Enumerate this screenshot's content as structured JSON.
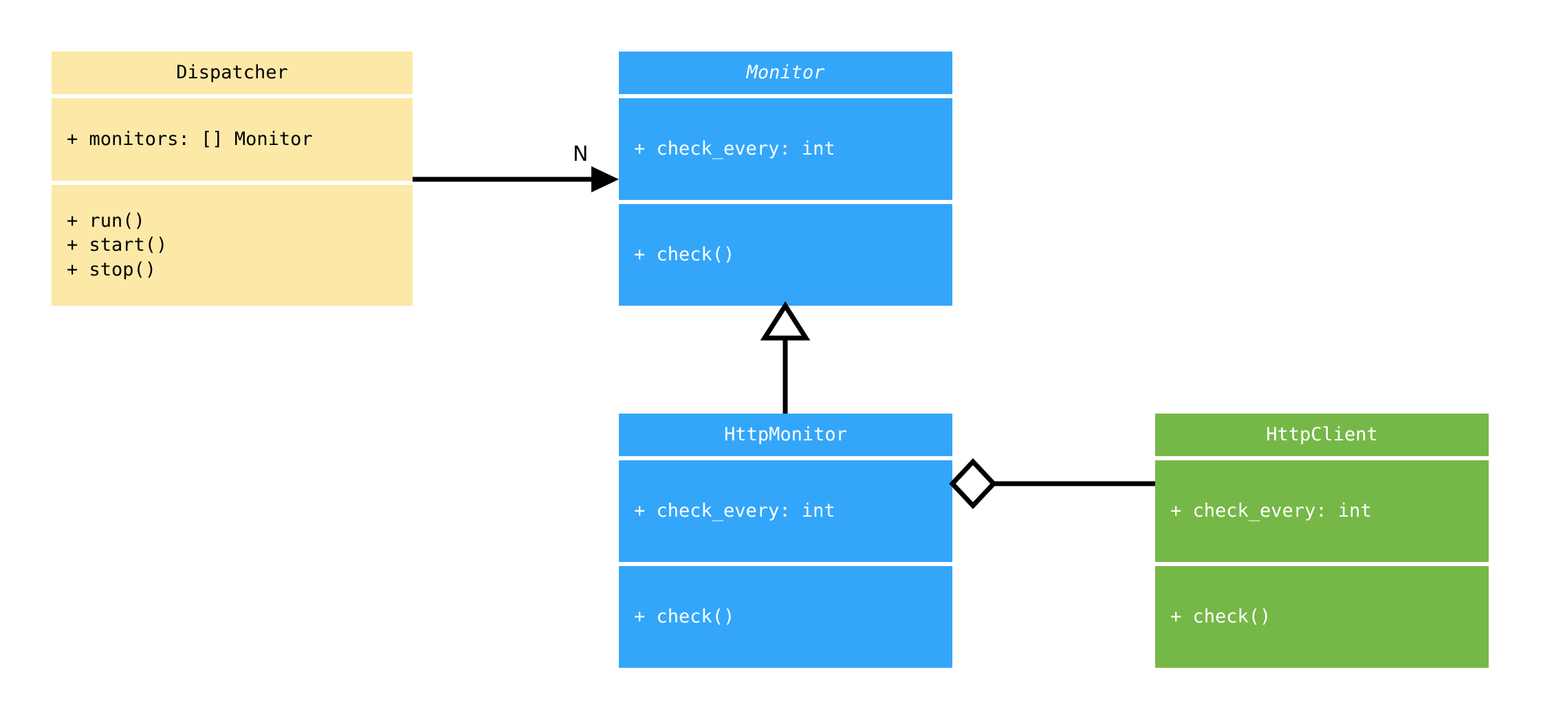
{
  "diagram": {
    "title": "UML class diagram",
    "background": "#ffffff",
    "colors": {
      "dispatcher_fill": "#fce9a8",
      "monitor_fill": "#33a6fa",
      "httpclient_fill": "#76b847",
      "line": "#000000",
      "separator": "#ffffff",
      "dark_text": "#000000",
      "light_text": "#ffffff"
    }
  },
  "classes": [
    {
      "id": "dispatcher",
      "name": "Dispatcher",
      "abstract": false,
      "attributes": [
        "+ monitors: [] Monitor"
      ],
      "methods": [
        "+ run()",
        "+ start()",
        "+ stop()"
      ]
    },
    {
      "id": "monitor",
      "name": "Monitor",
      "abstract": true,
      "attributes": [
        "+ check_every: int"
      ],
      "methods": [
        "+ check()"
      ]
    },
    {
      "id": "http_monitor",
      "name": "HttpMonitor",
      "abstract": false,
      "attributes": [
        "+ check_every: int"
      ],
      "methods": [
        "+ check()"
      ]
    },
    {
      "id": "http_client",
      "name": "HttpClient",
      "abstract": false,
      "attributes": [
        "+ check_every: int"
      ],
      "methods": [
        "+ check()"
      ]
    }
  ],
  "relationships": [
    {
      "id": "dispatcher-to-monitor",
      "type": "association",
      "from": "Dispatcher",
      "to": "Monitor",
      "label": "N",
      "arrowhead": "filled-triangle"
    },
    {
      "id": "httpmonitor-inherits-monitor",
      "type": "generalization",
      "from": "HttpMonitor",
      "to": "Monitor",
      "label": "",
      "arrowhead": "hollow-triangle"
    },
    {
      "id": "httpmonitor-aggregates-httpclient",
      "type": "aggregation",
      "from": "HttpMonitor",
      "to": "HttpClient",
      "label": "",
      "arrowhead": "hollow-diamond"
    }
  ]
}
